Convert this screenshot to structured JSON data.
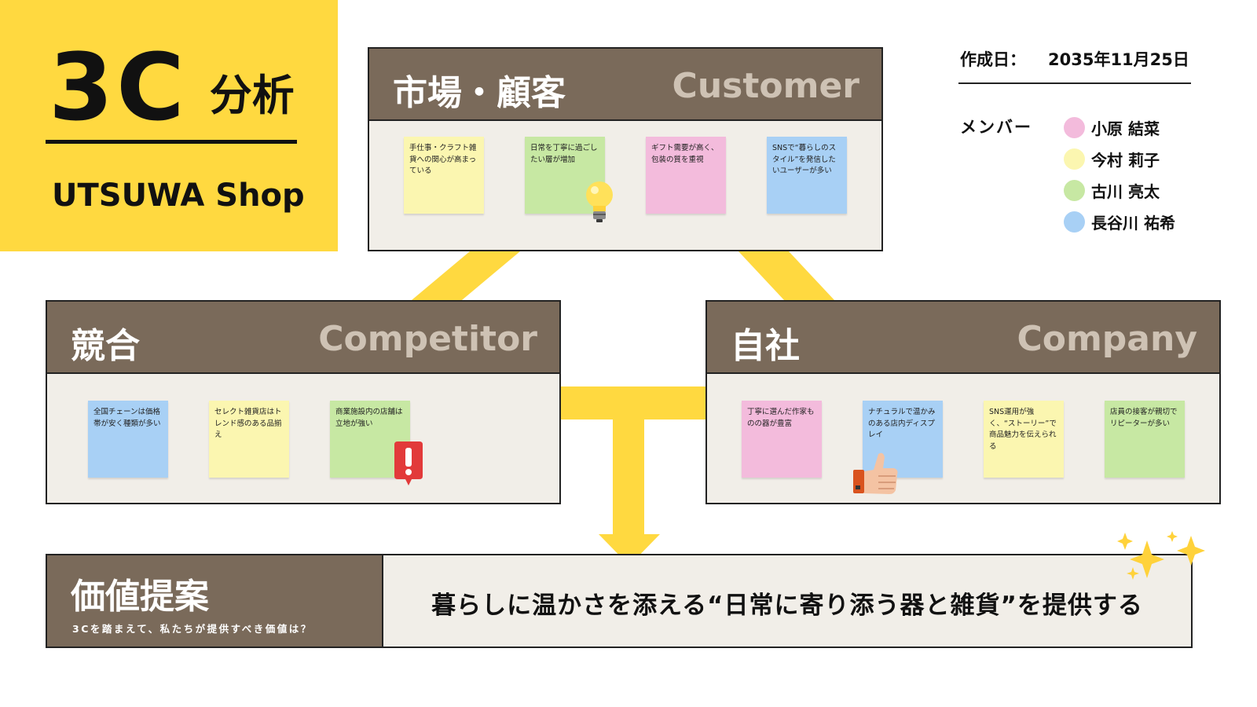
{
  "title": {
    "main": "3C",
    "sub": "分析",
    "shop": "UTSUWA Shop"
  },
  "meta": {
    "date_label": "作成日：",
    "date": "2035年11月25日",
    "members_label": "メンバー"
  },
  "members": [
    {
      "name": "小原 結菜",
      "color": "#F3BBDC"
    },
    {
      "name": "今村 莉子",
      "color": "#FBF6B0"
    },
    {
      "name": "古川 亮太",
      "color": "#C7E8A3"
    },
    {
      "name": "長谷川 祐希",
      "color": "#A8D0F5"
    }
  ],
  "panels": {
    "customer": {
      "jp": "市場・顧客",
      "en": "Customer",
      "notes": [
        {
          "text": "手仕事・クラフト雑貨への関心が高まっている",
          "color": "yellow"
        },
        {
          "text": "日常を丁寧に過ごしたい層が増加",
          "color": "green",
          "sticker": "lightbulb"
        },
        {
          "text": "ギフト需要が高く、包装の質を重視",
          "color": "pink"
        },
        {
          "text": "SNSで“暮らしのスタイル”を発信したいユーザーが多い",
          "color": "blue"
        }
      ]
    },
    "competitor": {
      "jp": "競合",
      "en": "Competitor",
      "notes": [
        {
          "text": "全国チェーンは価格帯が安く種類が多い",
          "color": "blue"
        },
        {
          "text": "セレクト雑貨店はトレンド感のある品揃え",
          "color": "yellow"
        },
        {
          "text": "商業施設内の店舗は立地が強い",
          "color": "green",
          "sticker": "exclamation"
        }
      ]
    },
    "company": {
      "jp": "自社",
      "en": "Company",
      "notes": [
        {
          "text": "丁寧に選んだ作家ものの器が豊富",
          "color": "pink"
        },
        {
          "text": "ナチュラルで温かみのある店内ディスプレイ",
          "color": "blue",
          "sticker": "thumbs-up"
        },
        {
          "text": "SNS運用が強く、“ストーリー”で商品魅力を伝えられる",
          "color": "yellow"
        },
        {
          "text": "店員の接客が親切でリピーターが多い",
          "color": "green"
        }
      ]
    }
  },
  "value_prop": {
    "title": "価値提案",
    "subtitle": "3Cを踏まえて、私たちが提供すべき価値は？",
    "text": "暮らしに温かさを添える“日常に寄り添う器と雑貨”を提供する"
  },
  "colors": {
    "accent": "#FFD940",
    "panel_head": "#7A6A5A",
    "panel_body": "#F1EEE8"
  }
}
